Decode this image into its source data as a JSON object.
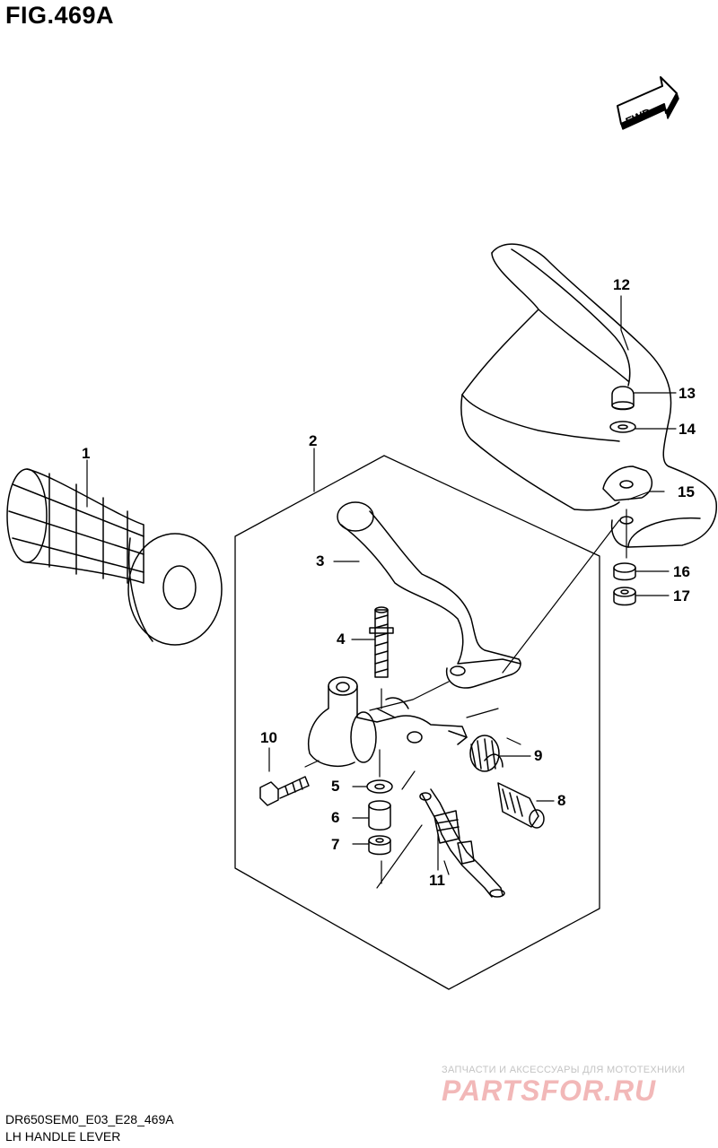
{
  "title": "FIG.469A",
  "fwd_label": "FWD",
  "part_numbers": {
    "p1": "1",
    "p2": "2",
    "p3": "3",
    "p4": "4",
    "p5": "5",
    "p6": "6",
    "p7": "7",
    "p8": "8",
    "p9": "9",
    "p10": "10",
    "p11": "11",
    "p12": "12",
    "p13": "13",
    "p14": "14",
    "p15": "15",
    "p16": "16",
    "p17": "17"
  },
  "footer": {
    "code": "DR650SEM0_E03_E28_469A",
    "name": "LH HANDLE LEVER"
  },
  "watermark": {
    "tagline": "ЗАПЧАСТИ И АКСЕССУАРЫ ДЛЯ МОТОТЕХНИКИ",
    "logo": "PARTSFOR.RU"
  }
}
